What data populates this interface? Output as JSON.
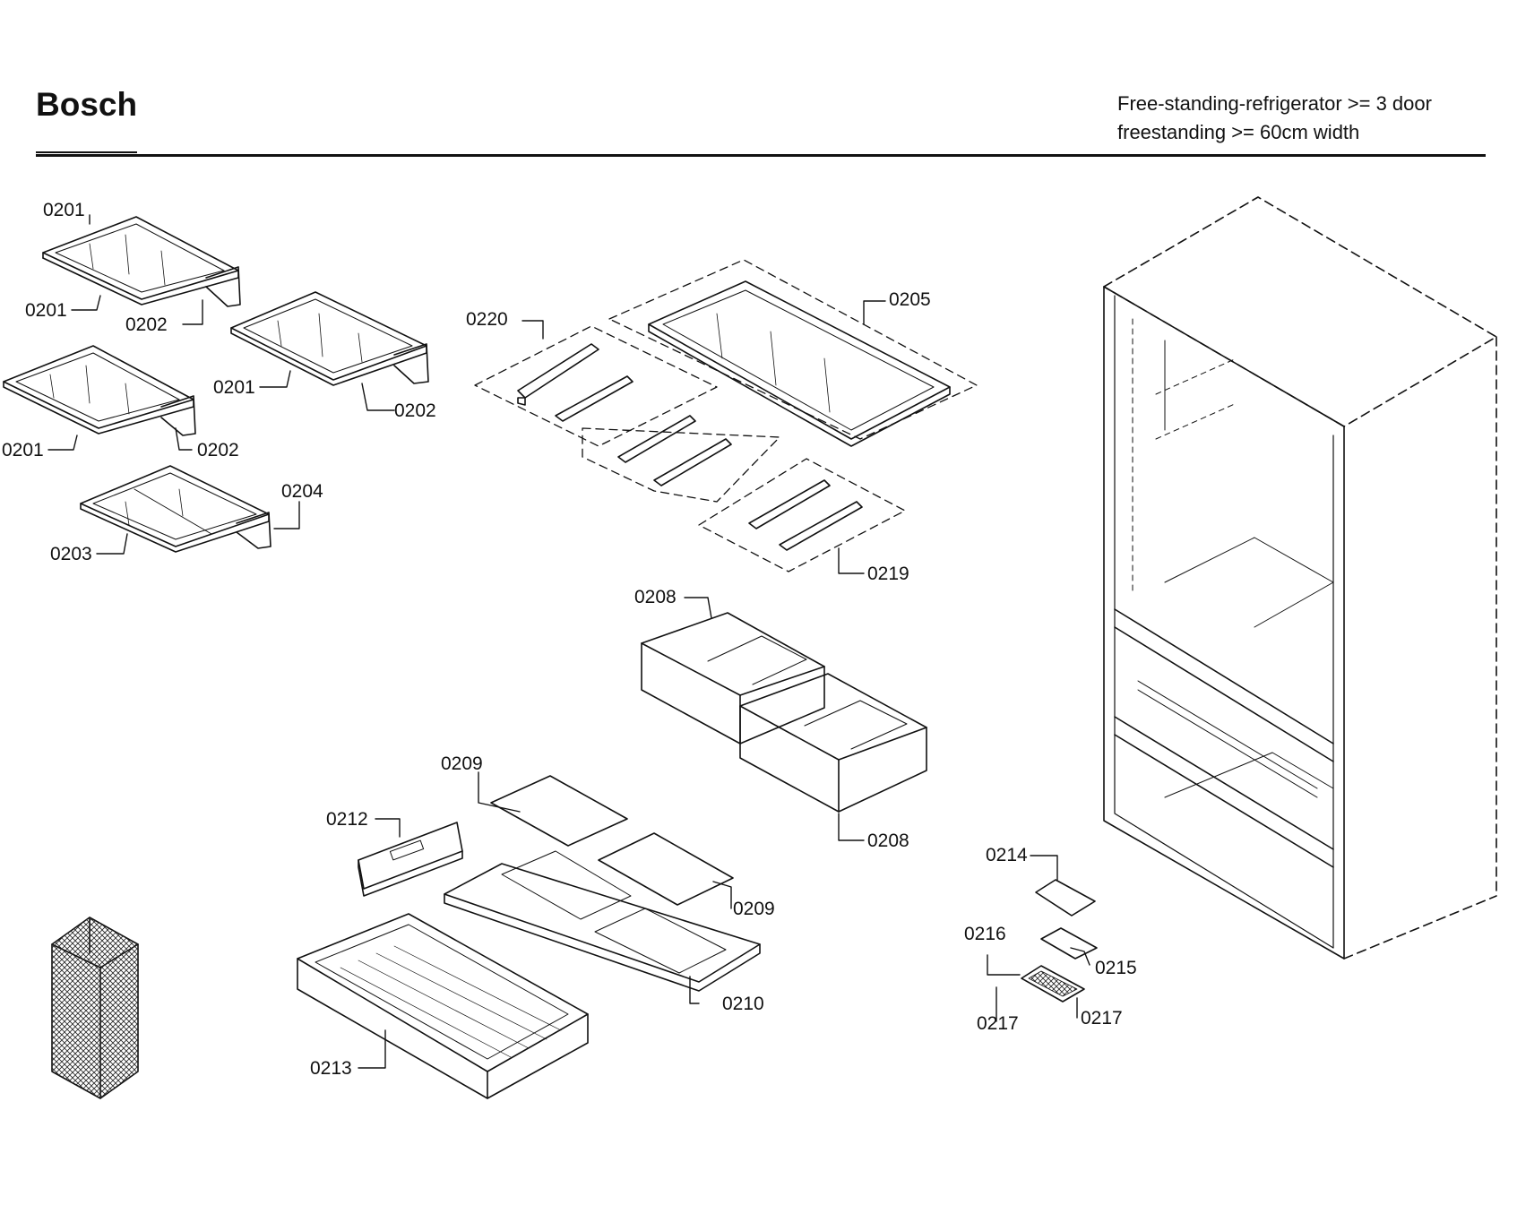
{
  "header": {
    "brand": "Bosch",
    "subtitle_line1": "Free-standing-refrigerator >= 3 door",
    "subtitle_line2": "freestanding >= 60cm width"
  },
  "callouts": {
    "c0201a": "0201",
    "c0201b": "0201",
    "c0201c": "0201",
    "c0201d": "0201",
    "c0202a": "0202",
    "c0202b": "0202",
    "c0202c": "0202",
    "c0203": "0203",
    "c0204": "0204",
    "c0205": "0205",
    "c0208a": "0208",
    "c0208b": "0208",
    "c0209a": "0209",
    "c0209b": "0209",
    "c0210": "0210",
    "c0212": "0212",
    "c0213": "0213",
    "c0214": "0214",
    "c0215": "0215",
    "c0216": "0216",
    "c0217a": "0217",
    "c0217b": "0217",
    "c0219": "0219",
    "c0220": "0220"
  }
}
